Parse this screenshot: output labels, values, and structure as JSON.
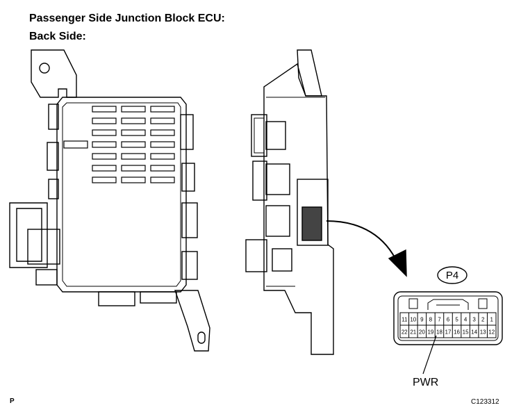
{
  "header": {
    "title": "Passenger Side Junction Block ECU:",
    "subtitle": "Back Side:"
  },
  "connector": {
    "id": "P4",
    "top_row_pins": [
      "11",
      "10",
      "9",
      "8",
      "7",
      "6",
      "5",
      "4",
      "3",
      "2",
      "1"
    ],
    "bottom_row_pins": [
      "22",
      "21",
      "20",
      "19",
      "18",
      "17",
      "16",
      "15",
      "14",
      "13",
      "12"
    ],
    "callout_label": "PWR"
  },
  "footer": {
    "figure_code": "C123312",
    "corner_mark": "P"
  }
}
